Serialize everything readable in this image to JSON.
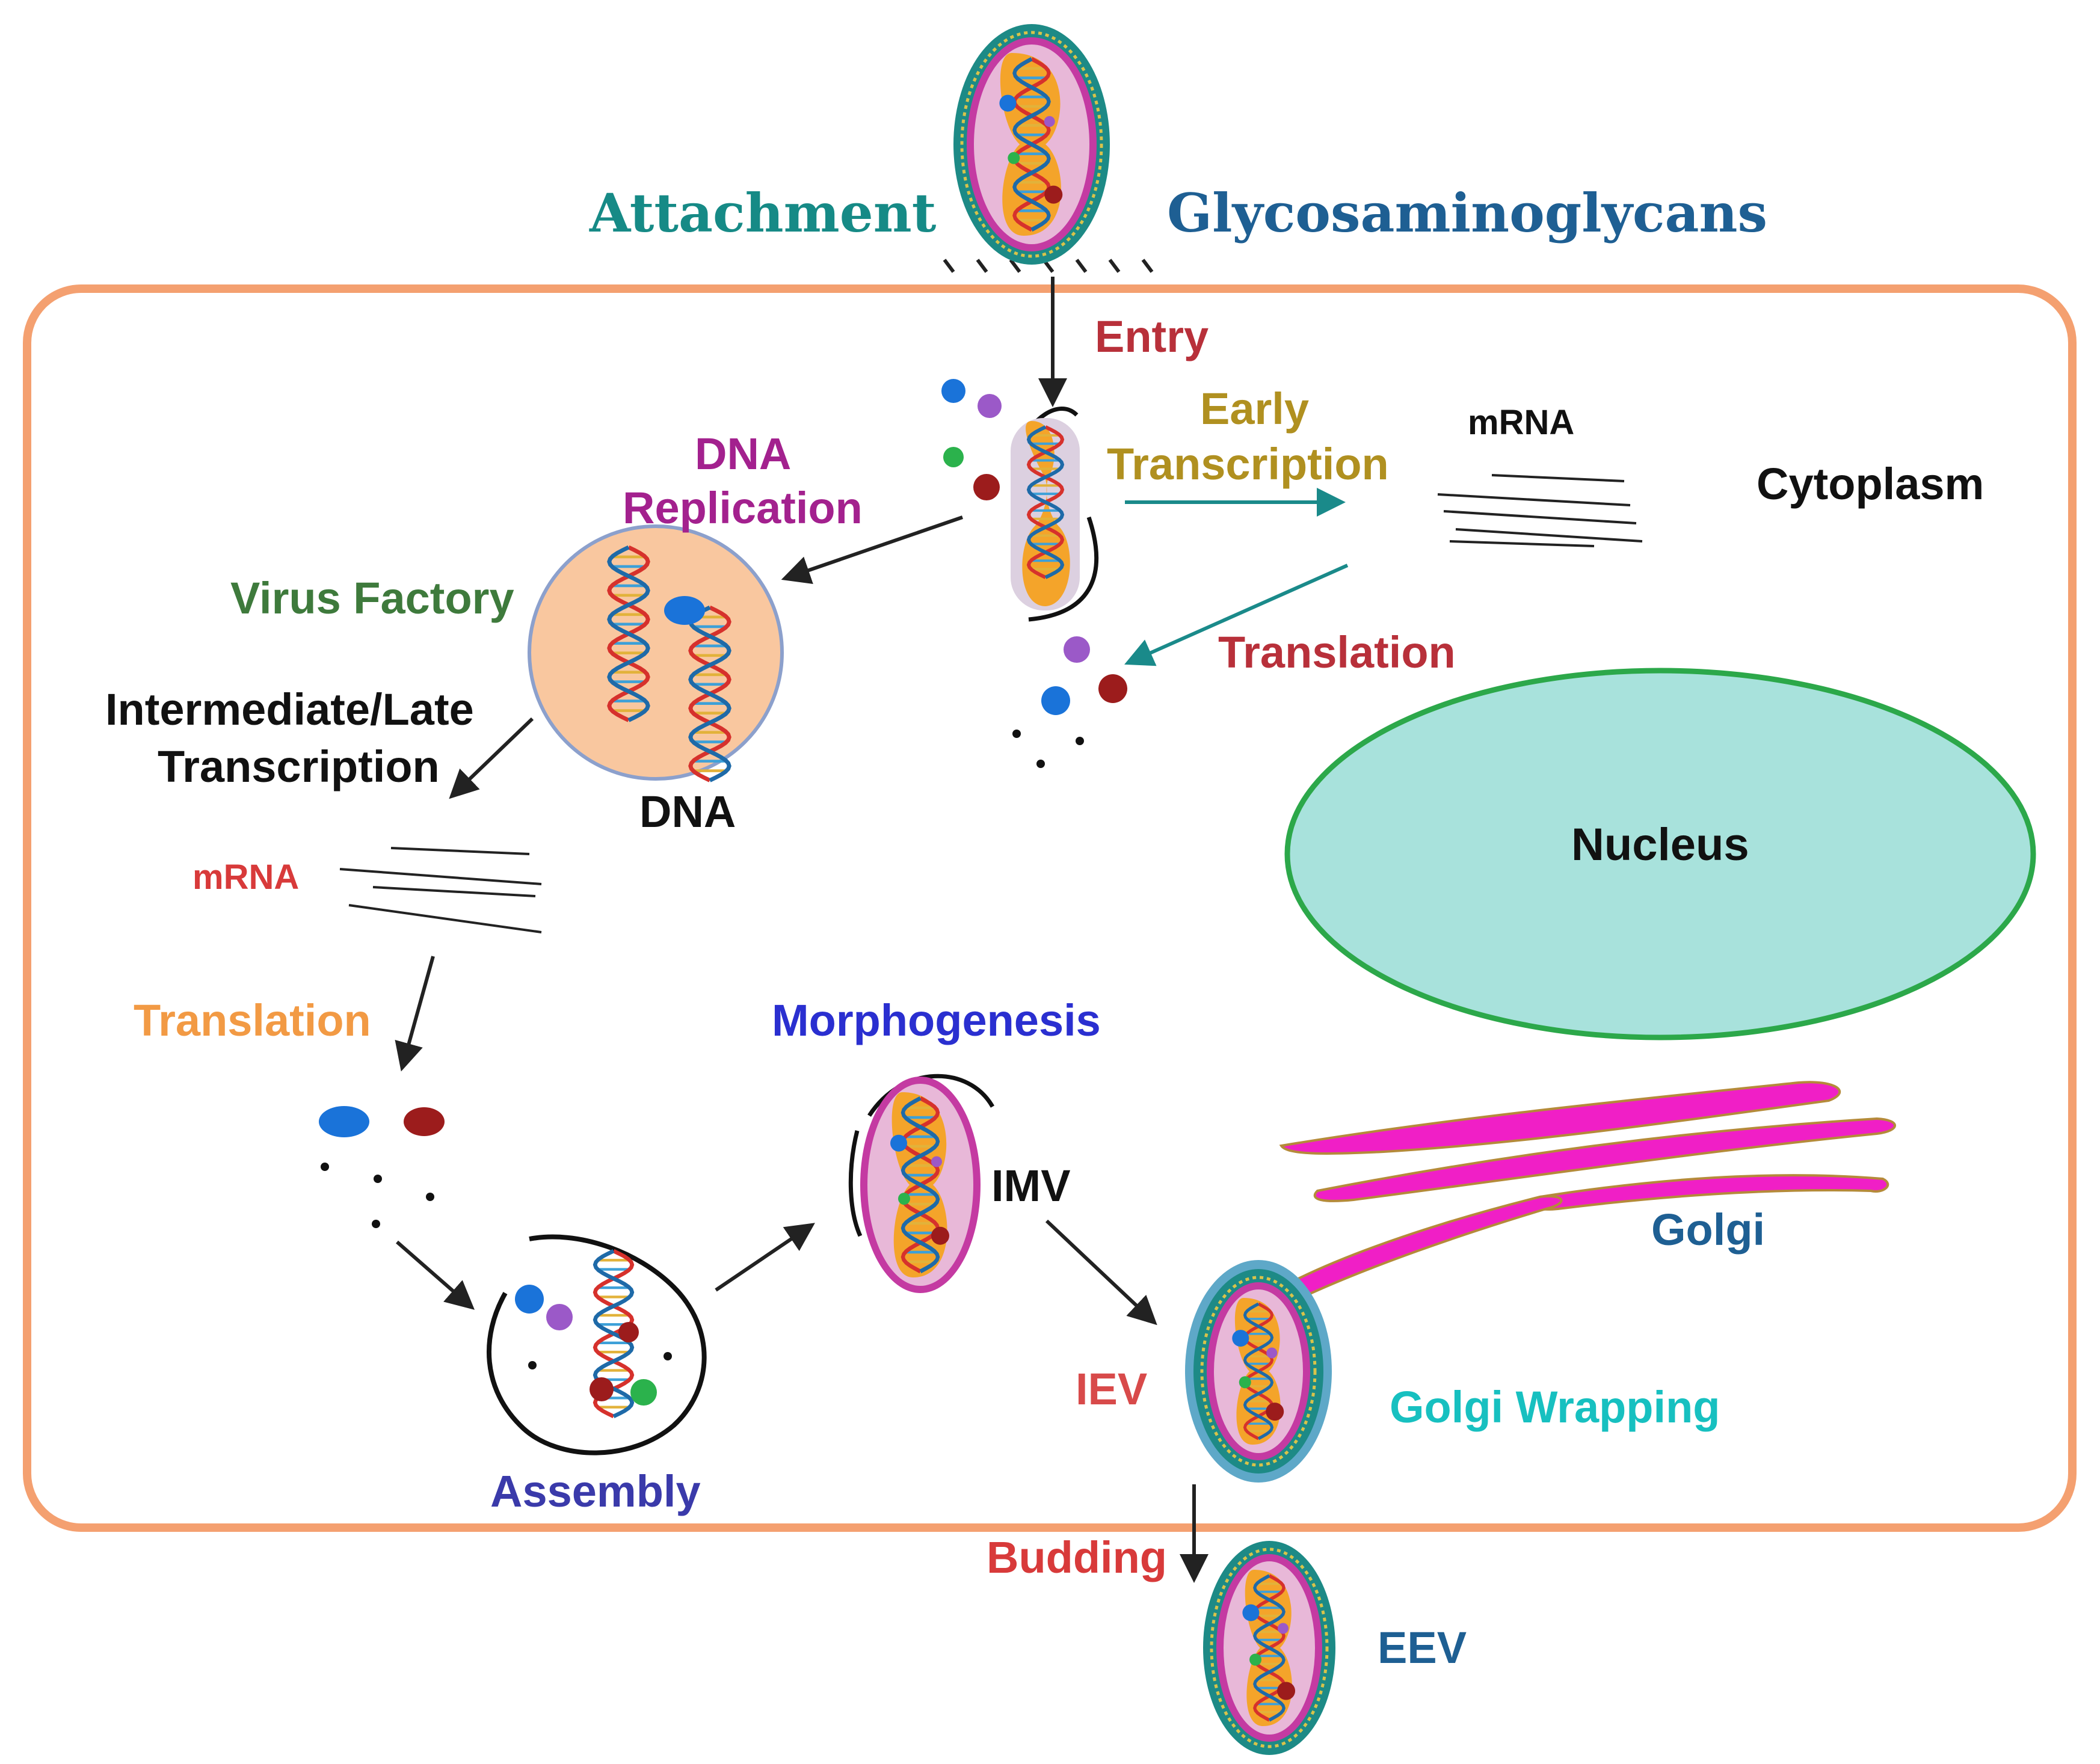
{
  "labels": {
    "attachment": "Attachment",
    "glycosaminoglycans": "Glycosaminoglycans",
    "entry": "Entry",
    "early_1": "Early",
    "early_2": "Transcription",
    "mrna_top": "mRNA",
    "cytoplasm": "Cytoplasm",
    "dna_replication_1": "DNA",
    "dna_replication_2": "Replication",
    "virus_factory": "Virus Factory",
    "translation_top": "Translation",
    "intermediate_1": "Intermediate/Late",
    "intermediate_2": "Transcription",
    "dna": "DNA",
    "nucleus": "Nucleus",
    "mrna_left": "mRNA",
    "translation_left": "Translation",
    "morphogenesis": "Morphogenesis",
    "imv": "IMV",
    "golgi": "Golgi",
    "iev": "IEV",
    "golgi_wrapping": "Golgi Wrapping",
    "assembly": "Assembly",
    "budding": "Budding",
    "eev": "EEV"
  },
  "colors": {
    "cell_membrane": "#f4a070",
    "nucleus_fill": "#a8e2dc",
    "nucleus_border": "#2ca84a",
    "factory_fill": "#f9c79f",
    "golgi": "#f01fc6",
    "virion_shell": "#1d8a86",
    "virion_inner": "#c43aa2",
    "core": "#f4a42a",
    "protein_blue": "#1a73d9",
    "protein_purple": "#9b59c8",
    "protein_green": "#2bb24c",
    "protein_red": "#9c1c1c",
    "arrow_teal": "#1a8a8a"
  }
}
